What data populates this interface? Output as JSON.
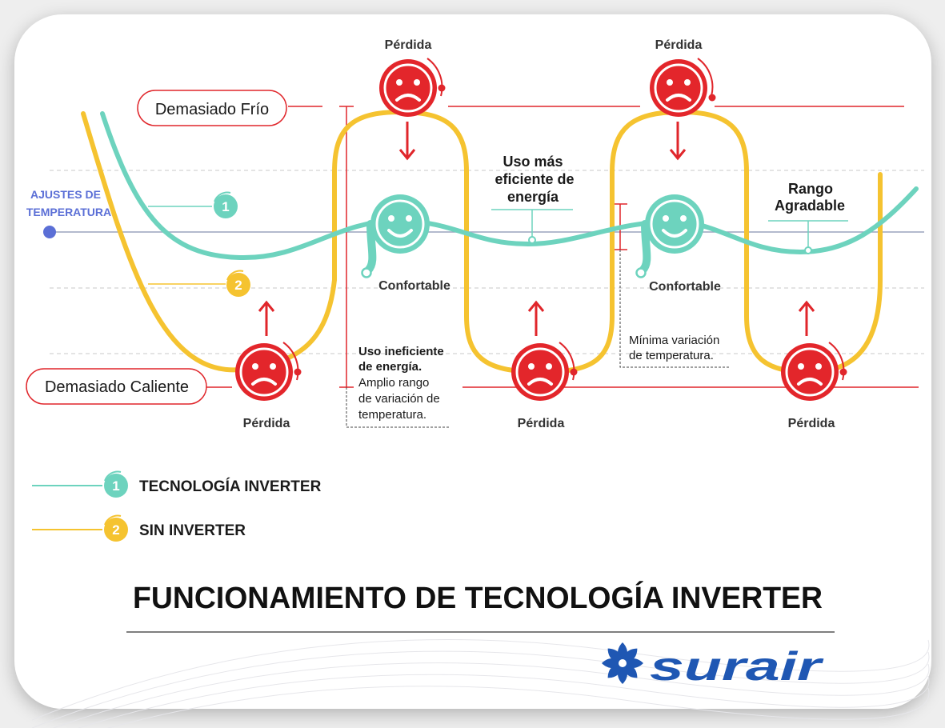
{
  "labels": {
    "too_cold": "Demasiado Frío",
    "too_hot": "Demasiado Caliente",
    "settings_line1": "AJUSTES DE",
    "settings_line2": "TEMPERATURA",
    "loss": "Pérdida",
    "comfortable": "Confortable",
    "efficient_line1": "Uso más",
    "efficient_line2": "eficiente de",
    "efficient_line3": "energía",
    "range_line1": "Rango",
    "range_line2": "Agradable",
    "inefficient_line1": "Uso ineficiente",
    "inefficient_line2": "de energía.",
    "inefficient_line3": "Amplio rango",
    "inefficient_line4": "de variación de",
    "inefficient_line5": "temperatura.",
    "minimal_line1": "Mínima variación",
    "minimal_line2": "de temperatura."
  },
  "legend": {
    "item1_number": "1",
    "item1_label": "TECNOLOGÍA INVERTER",
    "item2_number": "2",
    "item2_label": "SIN INVERTER"
  },
  "title": "FUNCIONAMIENTO DE TECNOLOGÍA INVERTER",
  "brand": {
    "name": "surair"
  },
  "colors": {
    "inverter": "#6dd3be",
    "non_inverter": "#f5c330",
    "loss_red": "#e0262b",
    "settings_blue": "#5b6fd6",
    "brand_blue": "#1f57b3"
  }
}
